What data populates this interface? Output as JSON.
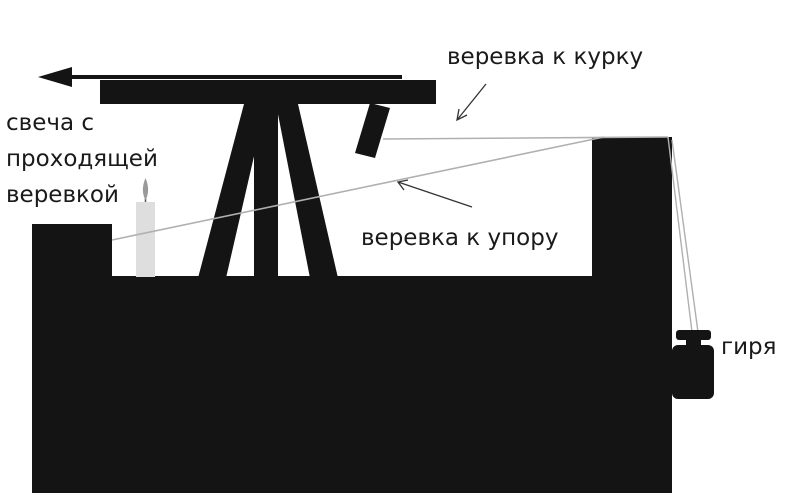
{
  "labels": {
    "trigger_rope": "веревка к курку",
    "stop_rope": "веревка к упору",
    "candle": [
      "свеча с",
      "проходящей",
      "веревкой"
    ],
    "weight": "гиря"
  },
  "colors": {
    "ink": "#141414",
    "rope": "#b0b0b0",
    "candle_wax": "#dedede",
    "flame": "#9a9a9a",
    "background": "#ffffff"
  },
  "icons": {
    "barrel_arrow": "arrow-left-icon",
    "weight": "kettlebell-icon",
    "candle": "candle-icon"
  }
}
